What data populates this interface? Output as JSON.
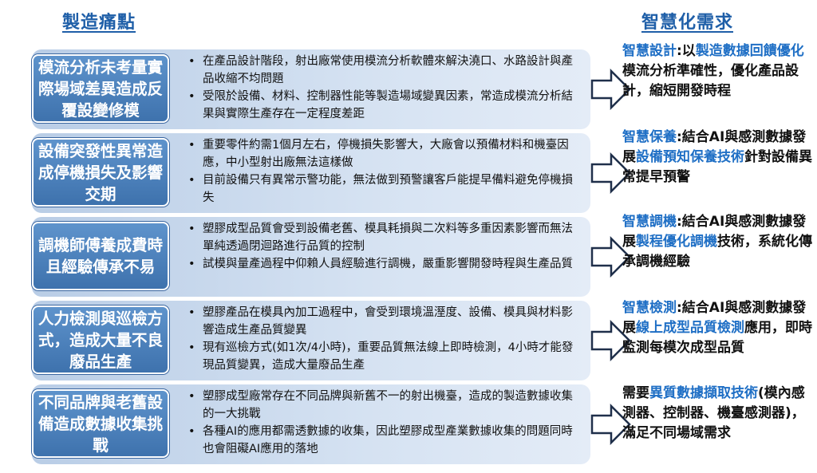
{
  "headers": {
    "pain": "製造痛點",
    "need": "智慧化需求"
  },
  "rows": [
    {
      "pain": "模流分析未考量實際場域差異造成反覆設變修模",
      "bullets": [
        "在產品設計階段，射出廠常使用模流分析軟體來解決澆口、水路設計與產品收縮不均問題",
        "受限於設備、材料、控制器性能等製造場域變異因素，常造成模流分析結果與實際生產存在一定程度差距"
      ],
      "need": [
        {
          "t": "智慧設計",
          "hl": true
        },
        {
          "t": ":以",
          "hl": false
        },
        {
          "t": "製造數據回饋優化",
          "hl": true
        },
        {
          "t": "模流分析準確性，優化產品設計，縮短開發時程",
          "hl": false
        }
      ]
    },
    {
      "pain": "設備突發性異常造成停機損失及影響交期",
      "bullets": [
        "重要零件約需1個月左右，停機損失影響大，大廠會以預備材料和機臺因應，中小型射出廠無法這樣做",
        "目前設備只有異常示警功能，無法做到預警讓客戶能提早備料避免停機損失"
      ],
      "need": [
        {
          "t": "智慧保養",
          "hl": true
        },
        {
          "t": ":結合AI與感測數據發展",
          "hl": false
        },
        {
          "t": "設備預知保養技術",
          "hl": true
        },
        {
          "t": "針對設備異常提早預警",
          "hl": false
        }
      ]
    },
    {
      "pain": "調機師傅養成費時且經驗傳承不易",
      "bullets": [
        "塑膠成型品質會受到設備老舊、模具耗損與二次料等多重因素影響而無法單純透過閉迴路進行品質的控制",
        "試模與量產過程中仰賴人員經驗進行調機，嚴重影響開發時程與生產品質"
      ],
      "need": [
        {
          "t": "智慧調機",
          "hl": true
        },
        {
          "t": ":結合AI與感測數據發展",
          "hl": false
        },
        {
          "t": "製程優化調機",
          "hl": true
        },
        {
          "t": "技術，系統化傳承調機經驗",
          "hl": false
        }
      ]
    },
    {
      "pain": "人力檢測與巡檢方式，造成大量不良廢品生產",
      "bullets": [
        "塑膠產品在模具內加工過程中，會受到環境溫溼度、設備、模具與材料影響造成生產品質變異",
        "現有巡檢方式(如1次/4小時)，重要品質無法線上即時檢測，4小時才能發現品質變異，造成大量廢品生產"
      ],
      "need": [
        {
          "t": "智慧檢測",
          "hl": true
        },
        {
          "t": ":結合AI與感測數據發展",
          "hl": false
        },
        {
          "t": "線上成型品質檢測",
          "hl": true
        },
        {
          "t": "應用，即時監測每模次成型品質",
          "hl": false
        }
      ]
    },
    {
      "pain": "不同品牌與老舊設備造成數據收集挑戰",
      "bullets": [
        "塑膠成型廠常存在不同品牌與新舊不一的射出機臺，造成的製造數據收集的一大挑戰",
        "各種AI的應用都需透數據的收集，因此塑膠成型產業數據收集的問題同時也會阻礙AI應用的落地"
      ],
      "need": [
        {
          "t": "需要",
          "hl": false
        },
        {
          "t": "異質數據擷取技術",
          "hl": true
        },
        {
          "t": "(模內感測器、控制器、機臺感測器)，滿足不同場域需求",
          "hl": false
        }
      ]
    }
  ]
}
